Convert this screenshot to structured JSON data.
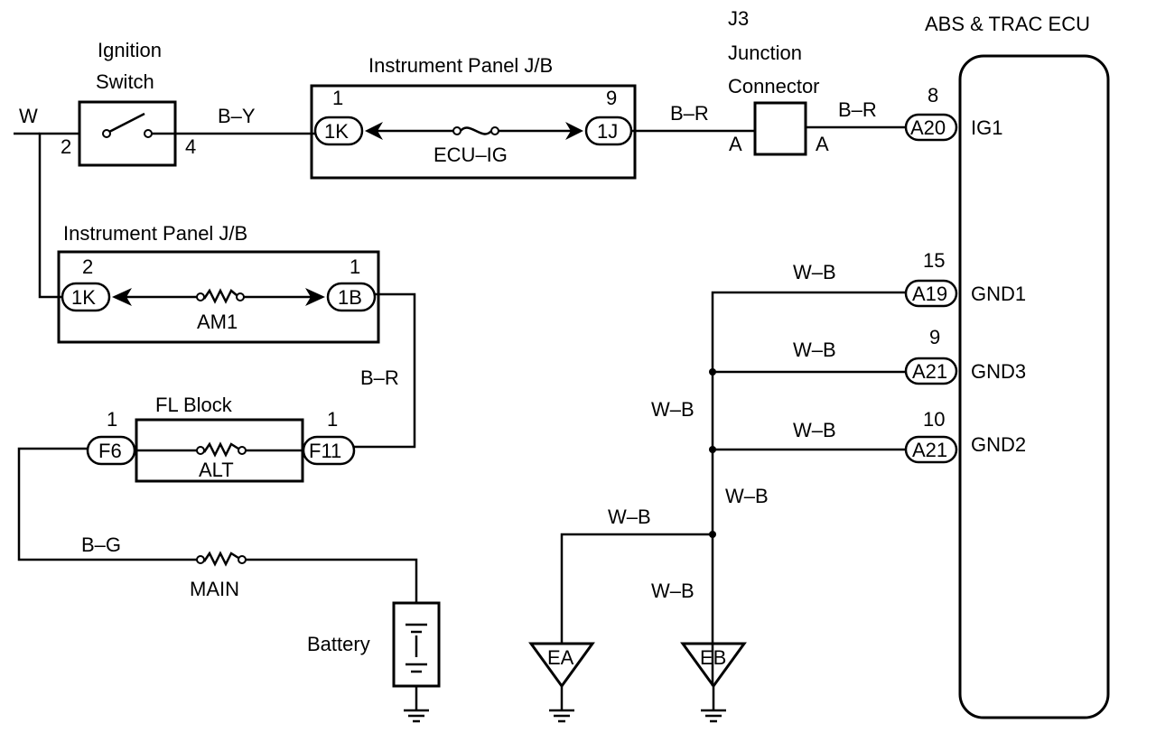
{
  "ecu": {
    "title": "ABS & TRAC ECU",
    "terminals": [
      {
        "pin": "8",
        "connector": "A20",
        "name": "IG1"
      },
      {
        "pin": "15",
        "connector": "A19",
        "name": "GND1"
      },
      {
        "pin": "9",
        "connector": "A21",
        "name": "GND3"
      },
      {
        "pin": "10",
        "connector": "A21",
        "name": "GND2"
      }
    ]
  },
  "ignition_switch": {
    "label_line1": "Ignition",
    "label_line2": "Switch",
    "pin_in": "2",
    "pin_out": "4"
  },
  "ip_jb_top": {
    "title": "Instrument Panel J/B",
    "left_pin": "1",
    "left_connector": "1K",
    "right_pin": "9",
    "right_connector": "1J",
    "fuse": "ECU–IG"
  },
  "ip_jb_mid": {
    "title": "Instrument Panel J/B",
    "left_pin": "2",
    "left_connector": "1K",
    "right_pin": "1",
    "right_connector": "1B",
    "fuse": "AM1"
  },
  "j3": {
    "line1": "J3",
    "line2": "Junction",
    "line3": "Connector",
    "pin_left": "A",
    "pin_right": "A"
  },
  "fl_block": {
    "title": "FL Block",
    "left_pin": "1",
    "left_connector": "F6",
    "right_pin": "1",
    "right_connector": "F11",
    "fuse": "ALT"
  },
  "main_fuse": "MAIN",
  "battery": "Battery",
  "grounds": [
    "EA",
    "EB"
  ],
  "wires": {
    "w": "W",
    "by": "B–Y",
    "br_1": "B–R",
    "br_2": "B–R",
    "br_3": "B–R",
    "bg": "B–G",
    "wb_gnd1": "W–B",
    "wb_gnd3": "W–B",
    "wb_gnd2": "W–B",
    "wb_trunk": "W–B",
    "wb_trunk2": "W–B",
    "wb_ea": "W–B",
    "wb_eb": "W–B"
  }
}
